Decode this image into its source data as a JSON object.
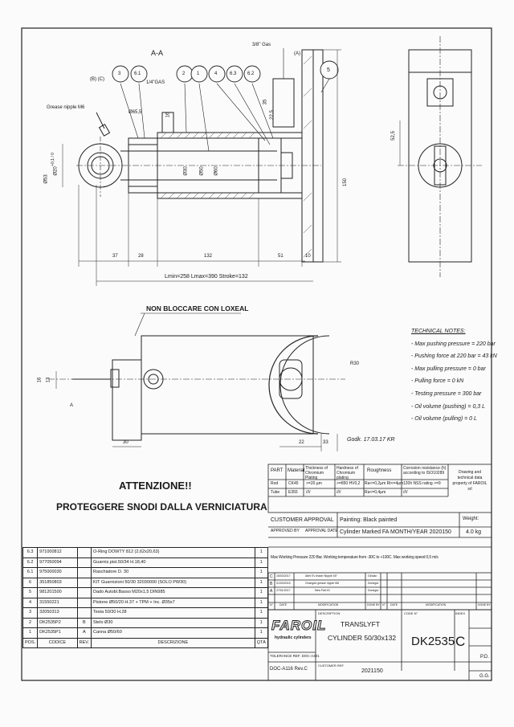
{
  "view_label": "A-A",
  "balloons": [
    "3",
    "6.1",
    "2",
    "1",
    "4",
    "6.3",
    "6.2",
    "5"
  ],
  "bushing_label": "(B) (C)",
  "port_label_top": "3/8\" Gas",
  "port_label_a": "(A)",
  "port_label_b": "1/4\"GAS",
  "grease_label": "Grease nipple M6",
  "dims_top": {
    "d65_5": "Ø65,5",
    "d16": "16",
    "d35": "35",
    "d22_5": "22,5",
    "d150": "150",
    "d52_5": "52,5",
    "d53": "Ø53",
    "d20": "Ø20",
    "tol": "+0,1 / 0",
    "d30": "Ø30",
    "d50": "Ø50",
    "d60": "Ø60"
  },
  "dims_len": [
    "37",
    "28",
    "132",
    "51",
    "10"
  ],
  "length_text": "Lmin=258  Lmax=390  Stroke=132",
  "warning_loxeal": "NON BLOCCARE CON LOXEAL",
  "dims_bottom": {
    "d16": "16",
    "d13": "13",
    "d30": "30",
    "d22": "22",
    "d33": "33",
    "r30": "R30",
    "a": "A"
  },
  "signature": "Godk. 17.03.17 KR",
  "tech_notes": {
    "title": "TECHNICAL NOTES:",
    "lines": [
      "- Max pushing pressure = 220 bar",
      "- Pushing force at 220 bar = 43 kN",
      "- Max pulling pressure = 0 bar",
      "- Pulling force = 0 kN",
      "- Testing pressure = 300 bar",
      "- Oil volume (pushing) = 0,3 L",
      "- Oil volume (pulling) = 0 L"
    ]
  },
  "attention": {
    "line1": "ATTENZIONE!!",
    "line2": "PROTEGGERE SNODI DALLA VERNICIATURA"
  },
  "material_table": {
    "headers": [
      "PART",
      "Material",
      "Thickness of Chromium Plating",
      "Hardness of Chromium plating",
      "Roughness",
      "Corrosion resistance (h) according to ISO10289",
      "Drawing and technical data property of FAROIL srl"
    ],
    "rows": [
      [
        "Rod",
        "CK45",
        ">=20 µm",
        ">=850 HV0,2",
        "Ra<=0,2µm Rt<=4µm",
        "120h NSS rating >=9"
      ],
      [
        "Tube",
        "E355",
        "////",
        "////",
        "Ra<=0,4µm",
        "////"
      ]
    ]
  },
  "approval": {
    "customer": "CUSTOMER APPROVAL",
    "approved_by": "APPROVED BY",
    "approval_date": "APPROVAL DATE",
    "painting": "Painting: Black painted",
    "marking": "Cylinder Marked FA MONTH/YEAR  2020150",
    "weight_label": "Weight:",
    "weight": "4.0 kg"
  },
  "working_note": "Max Working Pressure 220 Bar. Working temperature from -30C to +100C. Max working speed 0,5 m/s",
  "revisions": [
    [
      "C",
      "15/03/2017",
      "Alter Ev leaser Nipple 45°",
      "Giridan"
    ],
    [
      "B",
      "01/03/2015",
      "Changed grease nipple M6",
      "Donegia"
    ],
    [
      "A",
      "27/01/2017",
      "New Part ID",
      "Donegia"
    ]
  ],
  "rev_header": [
    "N°",
    "DATE",
    "MODIFICATION",
    "DONE BY",
    "N°",
    "DATE",
    "MODIFICATION",
    "DONE BY"
  ],
  "title_block": {
    "logo": "FAROIL",
    "logo_sub": "hydraulic cylinders",
    "description_label": "DESCRIPTION",
    "name": "TRANSLYFT",
    "desc": "CYLINDER 50/30x132",
    "code_label": "CODE N°",
    "code": "DK2535",
    "index_label": "INDEX",
    "index": "C",
    "tolerance": "TOLERANCE REF. DOC-A301",
    "doc": "DOC-A116 Rev.C",
    "customer_ref_label": "CUSTOMER REF.",
    "customer_ref": "2021150",
    "pd": "P.D.",
    "gg": "G.G."
  },
  "parts": [
    [
      "6.3",
      "971000812",
      "",
      "O-Ring DOWTY 812  (2,62x20,63)",
      "1"
    ],
    [
      "6.2",
      "977050094",
      "",
      "Guarniz.pist.50/34 H.18,40",
      "1"
    ],
    [
      "6.1",
      "975000030",
      "",
      "Raschiatore D. 30",
      "1"
    ],
    [
      "6",
      "351850803",
      "",
      "KIT Guarnizioni 50/30 32030000 (SOLO PW30)",
      "1"
    ],
    [
      "5",
      "981201500",
      "",
      "Dado Autobl.Basso M20x1,5 DIN985",
      "1"
    ],
    [
      "4",
      "31550221",
      "",
      "Pistone Ø50/20 H.37 + TPM + Inc. Ø35x7",
      "1"
    ],
    [
      "3",
      "32050313",
      "",
      "Testa 50/30 H.28",
      "1"
    ],
    [
      "2",
      "DK2535P2",
      "B",
      "Stelo Ø30",
      "1"
    ],
    [
      "1",
      "DK2535P1",
      "A",
      "Canna Ø50/60",
      "1"
    ]
  ],
  "parts_header": [
    "POS.",
    "CODICE",
    "REV.",
    "DESCRIZIONE",
    "QTÀ"
  ]
}
